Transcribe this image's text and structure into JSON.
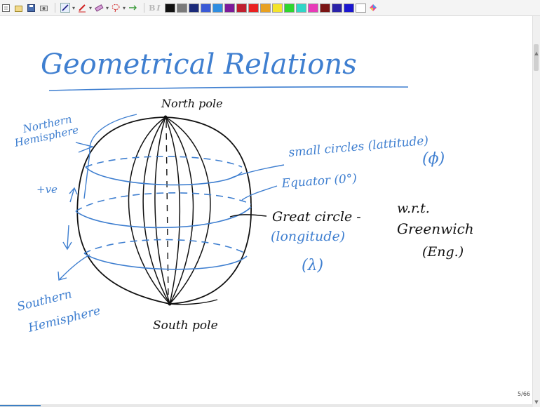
{
  "toolbar": {
    "icons": [
      "new-page-icon",
      "open-icon",
      "save-icon",
      "screen-capture-icon",
      "pen-tool-icon",
      "highlighter-icon",
      "eraser-icon",
      "lasso-icon",
      "insert-space-icon",
      "bold-icon",
      "italic-icon"
    ],
    "bold_label": "B",
    "italic_label": "I",
    "colors": [
      "#111111",
      "#7a7a7a",
      "#1b2a7a",
      "#3a5ad6",
      "#2f8de0",
      "#7d1a9a",
      "#c01f2f",
      "#ea2020",
      "#e8a020",
      "#f4e42a",
      "#2ed62e",
      "#2fd6c8",
      "#e83ab8",
      "#7a1414",
      "#2a22a8",
      "#1a16d0",
      "#ffffff"
    ]
  },
  "slide": {
    "title": "Geometrical Relations",
    "north_pole": "North pole",
    "south_pole": "South pole",
    "northern_1": "Northern",
    "northern_2": "Hemisphere",
    "southern_1": "Southern",
    "southern_2": "Hemisphere",
    "plus_ve": "+ve",
    "small_circles": "small circles (lattitude)",
    "phi": "(ϕ)",
    "equator": "Equator (0°)",
    "great_circle": "Great circle  -",
    "longitude": "(longitude)",
    "lambda": "(λ)",
    "wrt": "w.r.t.",
    "greenwich": "Greenwich",
    "eng": "(Eng.)",
    "ink_black": "#111111",
    "ink_blue": "#3f7fd0"
  },
  "page_number": "5/66",
  "progress": 0.076
}
